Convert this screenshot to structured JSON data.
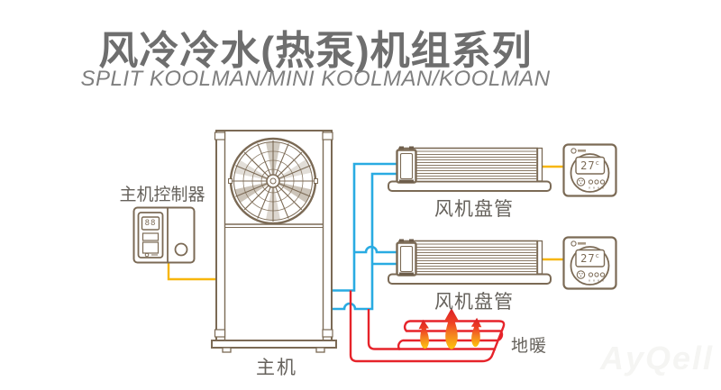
{
  "header": {
    "title": "风冷冷水(热泵)机组系列",
    "subtitle": "SPLIT KOOLMAN/MINI KOOLMAN/KOOLMAN"
  },
  "labels": {
    "controller": "主机控制器",
    "main_unit": "主机",
    "fan_coil_1": "风机盘管",
    "fan_coil_2": "风机盘管",
    "floor_heating": "地暖"
  },
  "controller": {
    "display_value": "88"
  },
  "thermostats": [
    {
      "display_value": "27",
      "unit": "c"
    },
    {
      "display_value": "27",
      "unit": "c"
    }
  ],
  "watermark": "AyQell",
  "colors": {
    "outline": "#7b6a55",
    "chilled_water_pipe": "#29abe2",
    "heating_pipe": "#e6232a",
    "signal_wire": "#f7b60c",
    "flame_top": "#d92027",
    "flame_bottom": "#fdc70c",
    "title_text": "#6e6e6e",
    "label_text": "#66625c"
  }
}
